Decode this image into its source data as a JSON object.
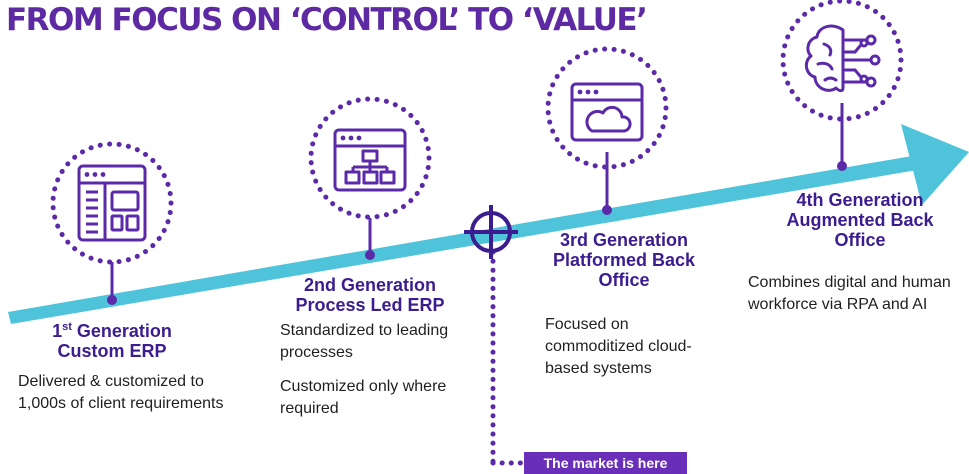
{
  "title": "FROM FOCUS ON ‘CONTROL’ TO ‘VALUE’",
  "colors": {
    "title": "#5d2aa3",
    "arrow": "#4ec3d9",
    "accent": "#5b2aa8",
    "generation_title": "#3b1d8f",
    "badge": "#6a2fb8"
  },
  "generations": [
    {
      "title_main": "1",
      "title_sup": "st",
      "title_rest": " Generation",
      "title_line2": "Custom ERP",
      "icon": "erp-window-icon",
      "paragraphs": [
        "Delivered & customized to 1,000s of client requirements"
      ]
    },
    {
      "title_line1": "2nd Generation",
      "title_line2": "Process Led ERP",
      "icon": "process-flowchart-icon",
      "paragraphs": [
        "Standardized to leading processes",
        "Customized only where required"
      ]
    },
    {
      "title_line1": "3rd Generation",
      "title_line2": "Platformed Back",
      "title_line3": "Office",
      "icon": "cloud-window-icon",
      "paragraphs": [
        "Focused on commoditized cloud-based systems"
      ]
    },
    {
      "title_line1": "4th Generation",
      "title_line2": "Augmented Back",
      "title_line3": "Office",
      "icon": "ai-brain-icon",
      "paragraphs": [
        "Combines digital and human workforce via RPA and AI"
      ]
    }
  ],
  "market": {
    "label": "The market is here",
    "icon": "crosshair-icon"
  }
}
